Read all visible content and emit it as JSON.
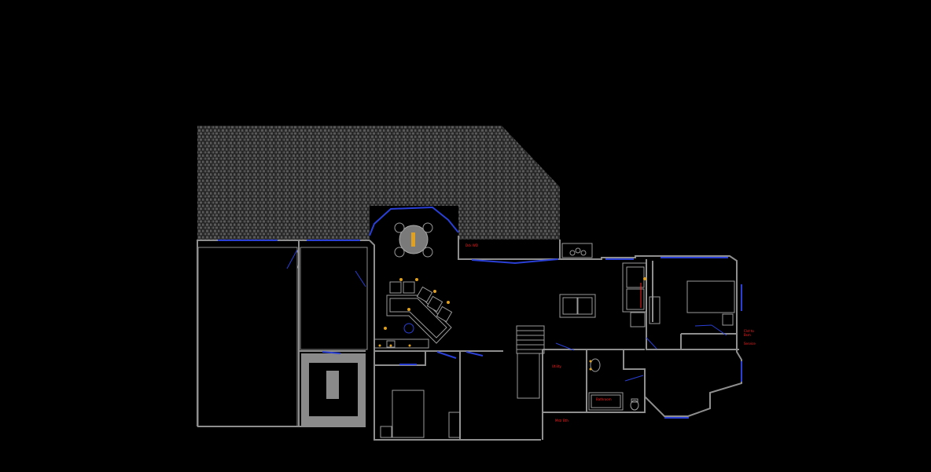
{
  "labels": {
    "deck": "Dck WD",
    "utility": "Utility",
    "bathroom": "Bathroom",
    "master": "Mstr Bth",
    "closet": "Clst to",
    "closet2": "Bsm",
    "service": "Service"
  },
  "colors": {
    "background": "#000000",
    "wall": "#8e8e8e",
    "window": "#2a3fd6",
    "paving": "#4a4a4a",
    "lamp": "#e0a020",
    "label": "#ff2020"
  }
}
